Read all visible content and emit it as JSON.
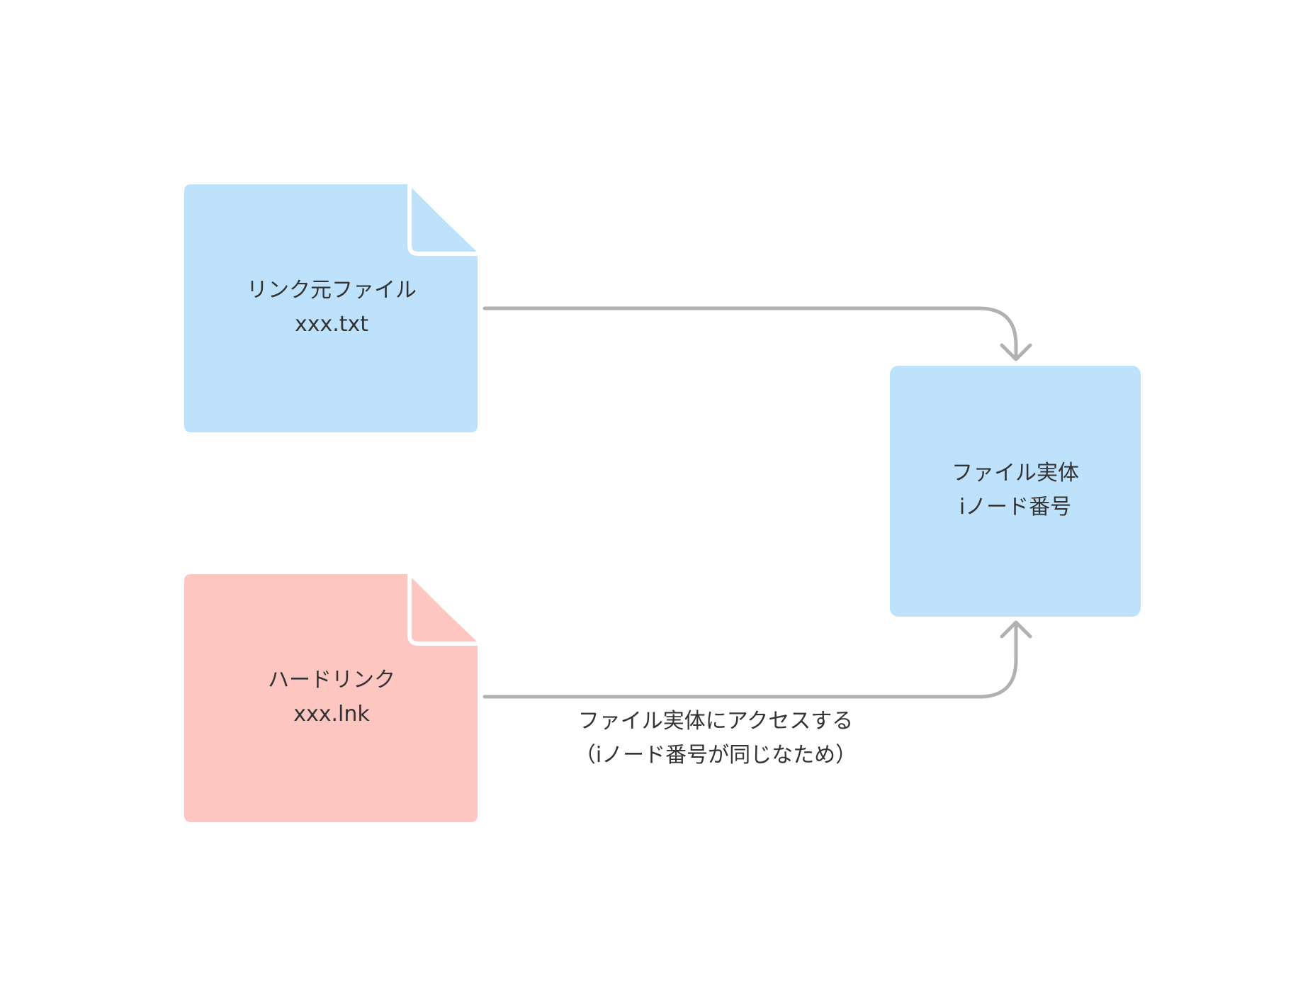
{
  "colors": {
    "blue_fill": "#bee2fc",
    "red_fill": "#fdc6c1",
    "arrow": "#b1b1b1",
    "text": "#333333",
    "fold_edge": "#ffffff"
  },
  "nodes": {
    "source_file": {
      "line1": "リンク元ファイル",
      "line2": "xxx.txt",
      "shape": "document-icon",
      "color": "#bee2fc"
    },
    "hard_link": {
      "line1": "ハードリンク",
      "line2": "xxx.lnk",
      "shape": "document-icon",
      "color": "#fdc6c1"
    },
    "file_entity": {
      "line1": "ファイル実体",
      "line2": "iノード番号",
      "shape": "rounded-square",
      "color": "#bee2fc"
    }
  },
  "edges": [
    {
      "from": "source_file",
      "to": "file_entity",
      "label": null
    },
    {
      "from": "hard_link",
      "to": "file_entity",
      "label_line1": "ファイル実体にアクセスする",
      "label_line2": "（iノード番号が同じなため）"
    }
  ]
}
